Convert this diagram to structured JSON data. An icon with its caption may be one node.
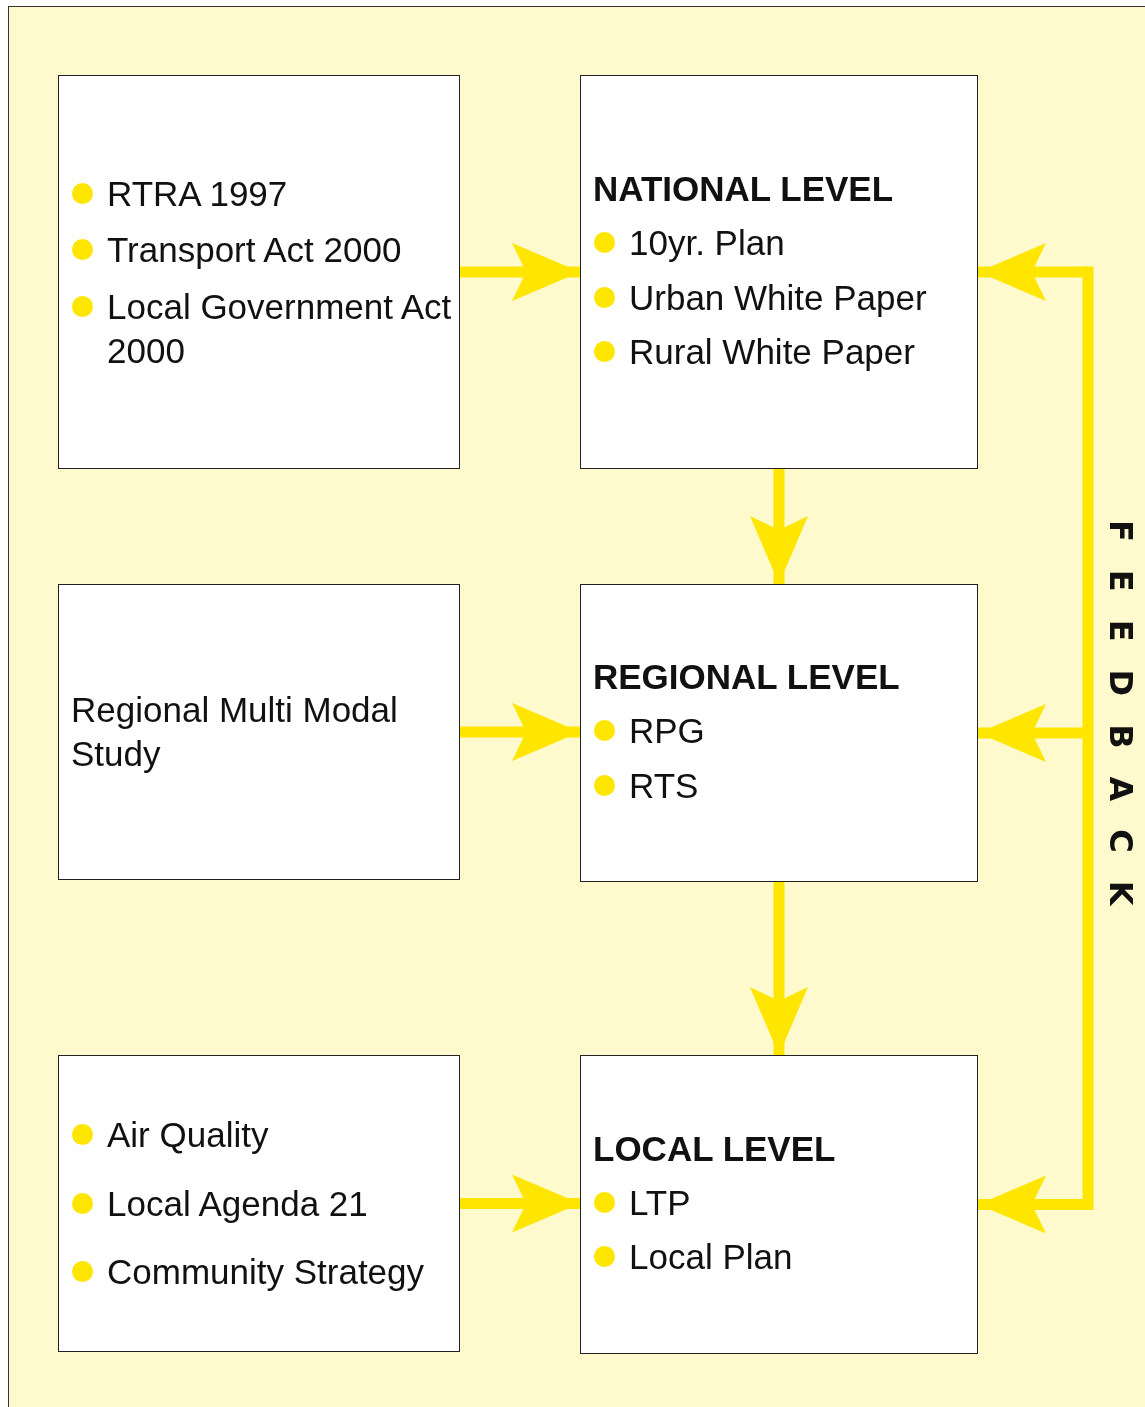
{
  "diagram": {
    "nodes": [
      {
        "text": [
          "RTRA 1997",
          "Transport Act 2000",
          "Local Government Act 2000"
        ]
      },
      {
        "text": [
          "NATIONAL LEVEL",
          "10yr. Plan",
          "Urban White Paper",
          "Rural White Paper"
        ]
      },
      {
        "text": [
          "Regional Multi Modal Study"
        ]
      },
      {
        "text": [
          "REGIONAL LEVEL",
          "RPG",
          "RTS"
        ]
      },
      {
        "text": [
          "Air Quality",
          "Local Agenda 21",
          "Community Strategy"
        ]
      },
      {
        "text": [
          "LOCAL LEVEL",
          "LTP",
          "Local Plan"
        ]
      }
    ],
    "edges": [
      {
        "from": 0,
        "to": 1,
        "arrow": "to"
      },
      {
        "from": 1,
        "to": 3,
        "arrow": "to"
      },
      {
        "from": 2,
        "to": 3,
        "arrow": "to"
      },
      {
        "from": 3,
        "to": 5,
        "arrow": "to"
      },
      {
        "from": 4,
        "to": 5,
        "arrow": "to"
      },
      {
        "from": null,
        "to": 1,
        "arrow": "to"
      },
      {
        "from": null,
        "to": 3,
        "arrow": "to"
      },
      {
        "from": null,
        "to": 5,
        "arrow": "to"
      }
    ],
    "labels": [
      "FEEDBACK"
    ]
  }
}
